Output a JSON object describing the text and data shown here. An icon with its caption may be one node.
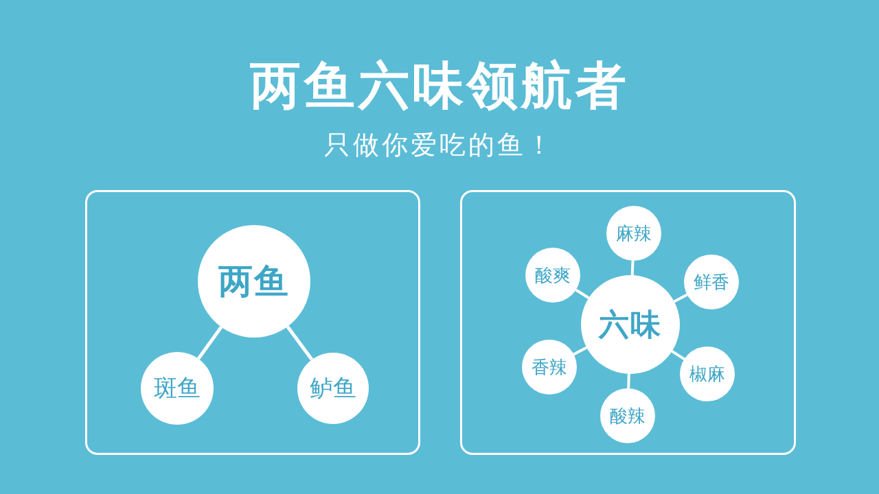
{
  "diagram": {
    "title": "两鱼六味领航者",
    "nodes": [
      {
        "text": [],
        "shape": "box"
      },
      {
        "text": [
          "两鱼"
        ],
        "in": 0
      },
      {
        "text": [
          "斑鱼"
        ],
        "in": 0
      },
      {
        "text": [
          "鲈鱼"
        ],
        "in": 0
      },
      {
        "text": [],
        "shape": "box"
      },
      {
        "text": [
          "麻辣"
        ],
        "in": 4
      },
      {
        "text": [
          "酸爽"
        ],
        "in": 4
      },
      {
        "text": [
          "鲜香"
        ],
        "in": 4
      },
      {
        "text": [
          "六味"
        ],
        "in": 4
      },
      {
        "text": [
          "香辣"
        ],
        "in": 4
      },
      {
        "text": [
          "椒麻"
        ],
        "in": 4
      },
      {
        "text": [
          "酸辣"
        ],
        "in": 4
      }
    ],
    "edges": [
      {
        "from": 1,
        "to": 2,
        "arrow": "none"
      },
      {
        "from": 1,
        "to": 3,
        "arrow": "none"
      },
      {
        "from": 8,
        "to": 5,
        "arrow": "none"
      },
      {
        "from": 8,
        "to": 6,
        "arrow": "none"
      },
      {
        "from": 8,
        "to": 7,
        "arrow": "none"
      },
      {
        "from": 8,
        "to": 9,
        "arrow": "none"
      },
      {
        "from": 8,
        "to": 10,
        "arrow": "none"
      },
      {
        "from": 8,
        "to": 11,
        "arrow": "none"
      }
    ],
    "labels": [
      "只做你爱吃的鱼！"
    ]
  }
}
